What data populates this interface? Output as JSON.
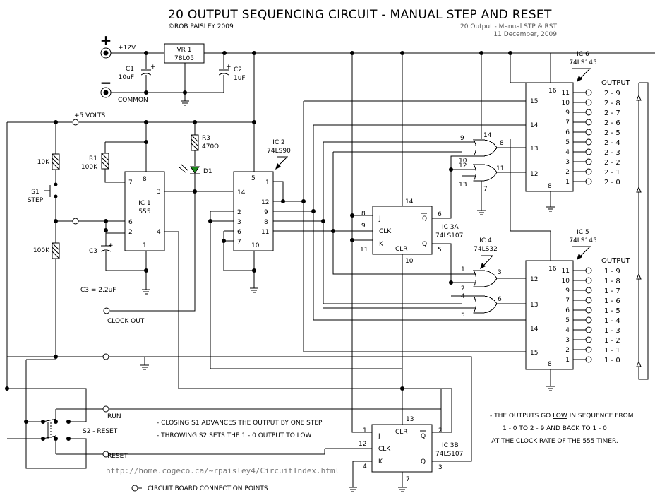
{
  "header": {
    "title": "20 OUTPUT SEQUENCING CIRCUIT - MANUAL STEP AND RESET",
    "copyright": "©ROB PAISLEY 2009",
    "file_name": "20 Output - Manual STP & RST",
    "date": "11 December, 2009"
  },
  "power": {
    "plus_symbol": "+",
    "minus_symbol": "−",
    "v12_label": "+12V",
    "common_label": "COMMON",
    "v5_label": "+5 VOLTS",
    "regulator": {
      "ref": "VR 1",
      "part": "78L05"
    },
    "c1": {
      "ref": "C1",
      "value": "10uF"
    },
    "c2": {
      "ref": "C2",
      "value": "1uF"
    },
    "cap_plus": "+"
  },
  "timer": {
    "r_top": "10K",
    "s1_ref": "S1",
    "s1_name": "STEP",
    "r_bottom": "100K",
    "r1": {
      "ref": "R1",
      "value": "100K"
    },
    "r3": {
      "ref": "R3",
      "value": "470Ω"
    },
    "d1": "D1",
    "c3_ref": "C3",
    "c3_note": "C3 = 2.2uF",
    "ic": {
      "ref": "IC 1",
      "part": "555",
      "pins": {
        "p8": "8",
        "p7": "7",
        "p3": "3",
        "p6": "6",
        "p2": "2",
        "p4": "4",
        "p1": "1"
      }
    },
    "clock_out": "CLOCK OUT"
  },
  "ic2": {
    "ref": "IC 2",
    "part": "74LS90",
    "pins": {
      "p5": "5",
      "p14": "14",
      "p1": "1",
      "p12": "12",
      "p2": "2",
      "p9": "9",
      "p3": "3",
      "p8": "8",
      "p6": "6",
      "p11": "11",
      "p7": "7",
      "p10": "10"
    }
  },
  "ic3a": {
    "ref": "IC 3A",
    "part": "74LS107",
    "pins": {
      "p14": "14",
      "p8": "8",
      "p9": "9",
      "p11": "11",
      "p6": "6",
      "p5": "5",
      "p10": "10"
    },
    "labels": {
      "j": "J",
      "clk": "CLK",
      "k": "K",
      "qbar": "Q",
      "q": "Q",
      "clr": "CLR"
    }
  },
  "ic3b": {
    "ref": "IC 3B",
    "part": "74LS107",
    "pins": {
      "p13": "13",
      "p1": "1",
      "p12": "12",
      "p4": "4",
      "p2": "2",
      "p3": "3",
      "p7": "7"
    },
    "labels": {
      "j": "J",
      "clk": "CLK",
      "k": "K",
      "qbar": "Q",
      "q": "Q",
      "clr": "CLR"
    }
  },
  "ic4": {
    "ref": "IC 4",
    "part": "74LS32",
    "upper_pins": {
      "p9": "9",
      "p10": "10",
      "p8": "8",
      "p14": "14",
      "p12": "12",
      "p13": "13",
      "p11": "11",
      "p7": "7"
    },
    "lower_pins": {
      "p1": "1",
      "p2": "2",
      "p3": "3",
      "p4": "4",
      "p5": "5",
      "p6": "6"
    }
  },
  "ic6": {
    "ref": "IC 6",
    "part": "74LS145",
    "in_pins": [
      "15",
      "14",
      "13",
      "12"
    ],
    "vcc_pin": "16",
    "gnd_pin": "8",
    "out_pins": [
      "11",
      "10",
      "9",
      "7",
      "6",
      "5",
      "4",
      "3",
      "2",
      "1"
    ],
    "output_header": "OUTPUT",
    "outputs": [
      "2 - 9",
      "2 - 8",
      "2 - 7",
      "2 - 6",
      "2 - 5",
      "2 - 4",
      "2 - 3",
      "2 - 2",
      "2 - 1",
      "2 - 0"
    ]
  },
  "ic5": {
    "ref": "IC 5",
    "part": "74LS145",
    "in_pins": [
      "12",
      "13",
      "14",
      "15"
    ],
    "vcc_pin": "16",
    "gnd_pin": "8",
    "out_pins": [
      "11",
      "10",
      "9",
      "7",
      "6",
      "5",
      "4",
      "3",
      "2",
      "1"
    ],
    "output_header": "OUTPUT",
    "outputs": [
      "1 - 9",
      "1 - 8",
      "1 - 7",
      "1 - 6",
      "1 - 5",
      "1 - 4",
      "1 - 3",
      "1 - 2",
      "1 - 1",
      "1 - 0"
    ]
  },
  "switch": {
    "s2_label": "S2 - RESET",
    "run_label": "RUN",
    "reset_label": "RESET"
  },
  "notes": {
    "note1": "- CLOSING S1  ADVANCES THE OUTPUT BY ONE STEP",
    "note2": "- THROWING S2 SETS THE 1 - 0 OUTPUT TO LOW",
    "seq1_pre": "- THE OUTPUTS GO ",
    "seq1_low": "LOW",
    "seq1_post": " IN SEQUENCE FROM",
    "seq2": "1 - 0 TO 2 - 9 AND BACK TO 1 - 0",
    "seq3": "AT THE CLOCK RATE OF THE 555 TIMER.",
    "url": "http://home.cogeco.ca/~rpaisley4/CircuitIndex.html",
    "legend": "CIRCUIT BOARD CONNECTION POINTS"
  },
  "colors": {
    "led": "#1a8a1a",
    "ink": "#000000",
    "gray_text": "#777777"
  }
}
